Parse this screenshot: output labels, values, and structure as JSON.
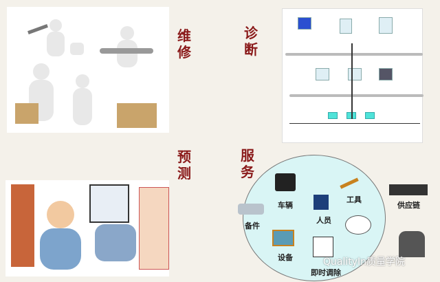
{
  "sections": {
    "maintenance": "维修",
    "diagnosis": "诊断",
    "prediction": "预测",
    "service": "服务"
  },
  "service_items": {
    "vehicle": "车辆",
    "tools": "工具",
    "spare_parts": "备件",
    "personnel": "人员",
    "equipment": "设备",
    "supply_chain": "供应链",
    "realtime": "即时调除"
  },
  "watermark": "QualityIn质量学院",
  "colors": {
    "heading": "#8a1a1a",
    "service_circle": "#d9f5f5"
  }
}
